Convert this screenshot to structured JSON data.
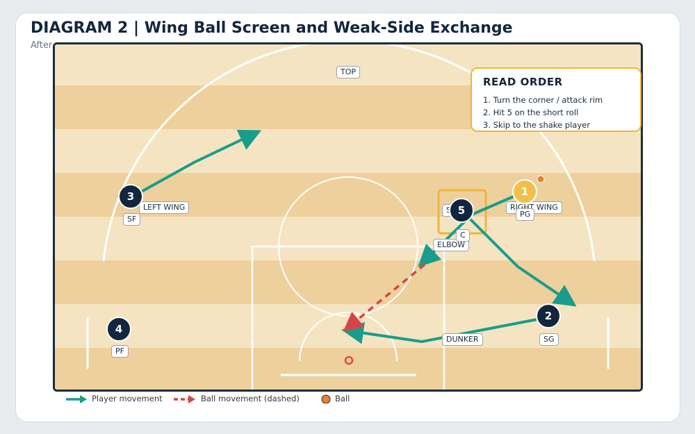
{
  "header": {
    "title": "DIAGRAM 2  |  Wing Ball Screen and Weak-Side Exchange",
    "subtitle": "After"
  },
  "court": {
    "labels": {
      "top": "TOP",
      "left_wing": "LEFT WING",
      "right_wing": "RIGHT WING",
      "slot": "SLOT",
      "elbow": "ELBOW",
      "dunker": "DUNKER"
    },
    "players": [
      {
        "number": "1",
        "position": "PG",
        "has_ball": true
      },
      {
        "number": "2",
        "position": "SG"
      },
      {
        "number": "3",
        "position": "SF"
      },
      {
        "number": "4",
        "position": "PF"
      },
      {
        "number": "5",
        "position": "C"
      }
    ]
  },
  "read_order": {
    "title": "READ ORDER",
    "steps": [
      "1. Turn the corner / attack rim",
      "2. Hit 5 on the short roll",
      "3. Skip to the shake player"
    ]
  },
  "legend": {
    "player_movement": "Player movement",
    "ball_movement": "Ball movement (dashed)",
    "ball": "Ball"
  },
  "colors": {
    "player_movement": "#1a9c8a",
    "ball_movement": "#d64545",
    "ball": "#e8812e",
    "player": "#12263e",
    "ball_handler": "#f2c04a",
    "highlight": "#f0b43a",
    "court_light": "#f5e4c1",
    "court_dark": "#edd09c"
  }
}
